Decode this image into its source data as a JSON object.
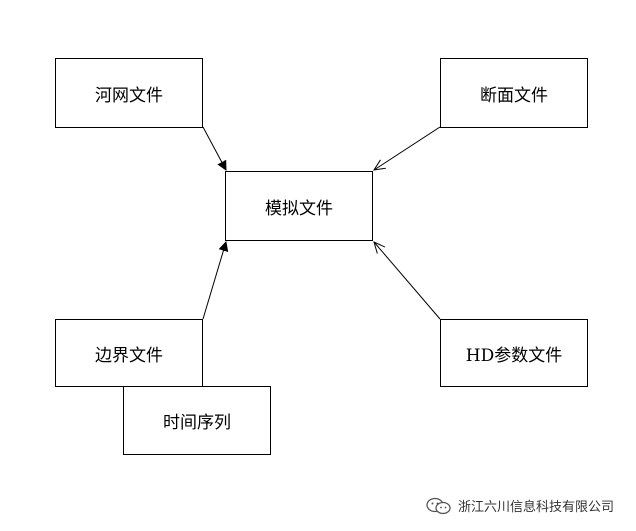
{
  "nodes": {
    "river_network_file": "河网文件",
    "section_file": "断面文件",
    "simulation_file": "模拟文件",
    "boundary_file": "边界文件",
    "time_series": "时间序列",
    "hd_parameter_file": "HD参数文件"
  },
  "edges": [
    {
      "from": "river_network_file",
      "to": "simulation_file"
    },
    {
      "from": "section_file",
      "to": "simulation_file"
    },
    {
      "from": "boundary_file",
      "to": "simulation_file"
    },
    {
      "from": "hd_parameter_file",
      "to": "simulation_file"
    }
  ],
  "watermark": {
    "text": "浙江六川信息科技有限公司",
    "icon": "wechat-icon"
  },
  "colors": {
    "line": "#000000",
    "background": "#ffffff"
  }
}
